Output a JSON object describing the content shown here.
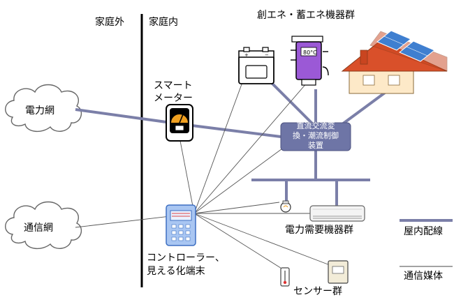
{
  "header": {
    "outside_home": "家庭外",
    "inside_home": "家庭内",
    "energy_devices": "創エネ・蓄エネ機器群"
  },
  "labels": {
    "smart_meter_line1": "スマート",
    "smart_meter_line2": "メーター",
    "power_grid": "電力網",
    "comm_network": "通信網",
    "controller_line1": "コントローラー、",
    "controller_line2": "見える化端末",
    "power_demand_devices": "電力需要機器群",
    "sensors": "センサー群",
    "converter_line1": "直流交流変",
    "converter_line2": "換・潮流制御",
    "converter_line3": "装置",
    "boiler_temp": "80°C"
  },
  "legend": {
    "indoor_wiring": "屋内配線",
    "comm_medium": "通信媒体"
  },
  "colors": {
    "power_line": "#7b7fa8",
    "comm_line": "#555555",
    "converter_fill": "#6e75a6",
    "roof": "#d9502a",
    "house_wall": "#fde9c8",
    "solar_panel": "#3f7fd0",
    "boiler": "#9b59d6",
    "meter_face": "#f0a020",
    "controller": "#a9c6f2"
  }
}
